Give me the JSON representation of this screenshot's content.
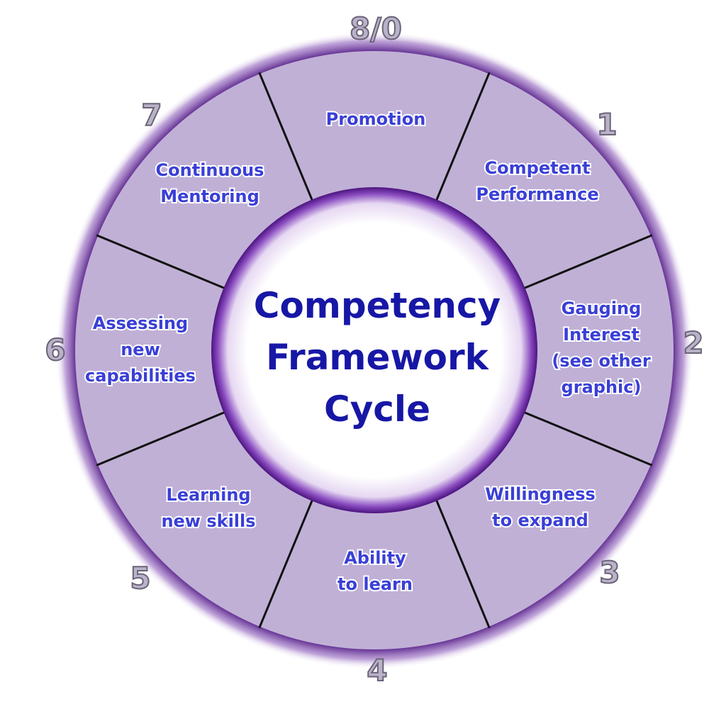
{
  "title": {
    "lines": [
      "Competency",
      "Framework",
      "Cycle"
    ]
  },
  "stages": [
    {
      "number": "8/0",
      "lines": [
        "Promotion"
      ]
    },
    {
      "number": "1",
      "lines": [
        "Competent",
        "Performance"
      ]
    },
    {
      "number": "2",
      "lines": [
        "Gauging",
        "Interest",
        "(see other",
        "graphic)"
      ]
    },
    {
      "number": "3",
      "lines": [
        "Willingness",
        "to expand"
      ]
    },
    {
      "number": "4",
      "lines": [
        "Ability",
        "to learn"
      ]
    },
    {
      "number": "5",
      "lines": [
        "Learning",
        "new skills"
      ]
    },
    {
      "number": "6",
      "lines": [
        "Assessing",
        "new",
        "capabilities"
      ]
    },
    {
      "number": "7",
      "lines": [
        "Continuous",
        "Mentoring"
      ]
    }
  ],
  "colors": {
    "segment_fill": "#c0b0d6",
    "ring": "#4c1480",
    "divider": "#111111",
    "label_text": "#3a3fd6",
    "title_text": "#1717a6",
    "number_fill": "#b9b2c8"
  }
}
